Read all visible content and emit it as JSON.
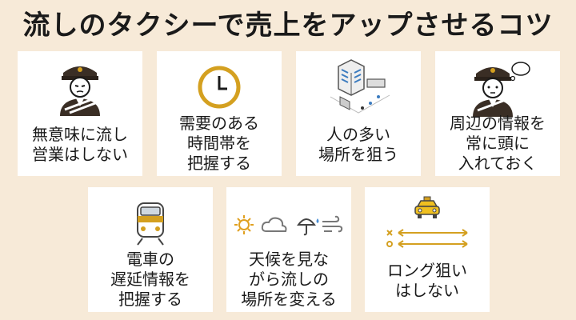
{
  "title": "流しのタクシーで売上をアップさせるコツ",
  "tips": [
    {
      "icon": "driver-crossed-arms-icon",
      "lines": [
        "無意味に流し",
        "営業はしない"
      ]
    },
    {
      "icon": "clock-icon",
      "lines": [
        "需要のある",
        "時間帯を",
        "把握する"
      ]
    },
    {
      "icon": "city-buildings-icon",
      "lines": [
        "人の多い",
        "場所を狙う"
      ]
    },
    {
      "icon": "driver-thinking-icon",
      "lines": [
        "周辺の情報を",
        "常に頭に",
        "入れておく"
      ]
    },
    {
      "icon": "train-icon",
      "lines": [
        "電車の",
        "遅延情報を",
        "把握する"
      ]
    },
    {
      "icon": "weather-icons",
      "lines": [
        "天候を見な",
        "がら流しの",
        "場所を変える"
      ]
    },
    {
      "icon": "taxi-icon",
      "lines": [
        "ロング狙い",
        "はしない"
      ]
    }
  ],
  "colors": {
    "background": "#f7ead8",
    "card": "#ffffff",
    "accent": "#d4a020",
    "text": "#1a1a1a"
  }
}
